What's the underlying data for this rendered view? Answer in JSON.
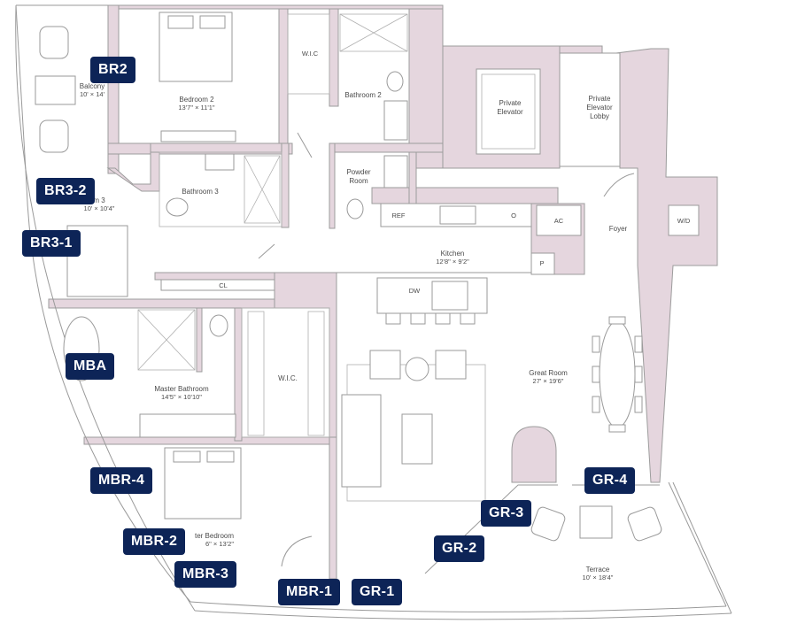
{
  "rooms": {
    "balcony": {
      "name": "Balcony",
      "dims": "10' × 14'"
    },
    "bedroom2": {
      "name": "Bedroom 2",
      "dims": "13'7\" × 11'1\""
    },
    "wic_small": {
      "name": "W.I.C"
    },
    "bathroom2": {
      "name": "Bathroom 2"
    },
    "private_elevator": {
      "name1": "Private",
      "name2": "Elevator"
    },
    "private_elevator_lobby": {
      "name1": "Private",
      "name2": "Elevator",
      "name3": "Lobby"
    },
    "bathroom3": {
      "name": "Bathroom 3"
    },
    "bedroom3": {
      "name": "m 3",
      "dims": "10' × 10'4\""
    },
    "powder_room": {
      "name1": "Powder",
      "name2": "Room"
    },
    "kitchen": {
      "name": "Kitchen",
      "dims": "12'8\" × 9'2\""
    },
    "foyer": {
      "name": "Foyer"
    },
    "master_bathroom": {
      "name": "Master Bathroom",
      "dims": "14'5\" × 10'10\""
    },
    "wic_master": {
      "name": "W.I.C."
    },
    "great_room": {
      "name": "Great Room",
      "dims": "27' × 19'6\""
    },
    "master_bedroom": {
      "name": "ter Bedroom",
      "dims": "6\" × 13'2\""
    },
    "terrace": {
      "name": "Terrace",
      "dims": "10' × 18'4\""
    }
  },
  "fixtures": {
    "ref": "REF",
    "oven": "O",
    "ac": "AC",
    "wd": "W/D",
    "pantry": "P",
    "closet": "CL",
    "dishwasher": "DW"
  },
  "tags": {
    "br2": "BR2",
    "br3_2": "BR3-2",
    "br3_1": "BR3-1",
    "mba": "MBA",
    "mbr_4": "MBR-4",
    "mbr_2": "MBR-2",
    "mbr_3": "MBR-3",
    "mbr_1": "MBR-1",
    "gr_1": "GR-1",
    "gr_2": "GR-2",
    "gr_3": "GR-3",
    "gr_4": "GR-4"
  },
  "colors": {
    "wall_fill": "#e5d6de",
    "tag_bg": "#0d2457",
    "tag_text": "#ffffff"
  }
}
